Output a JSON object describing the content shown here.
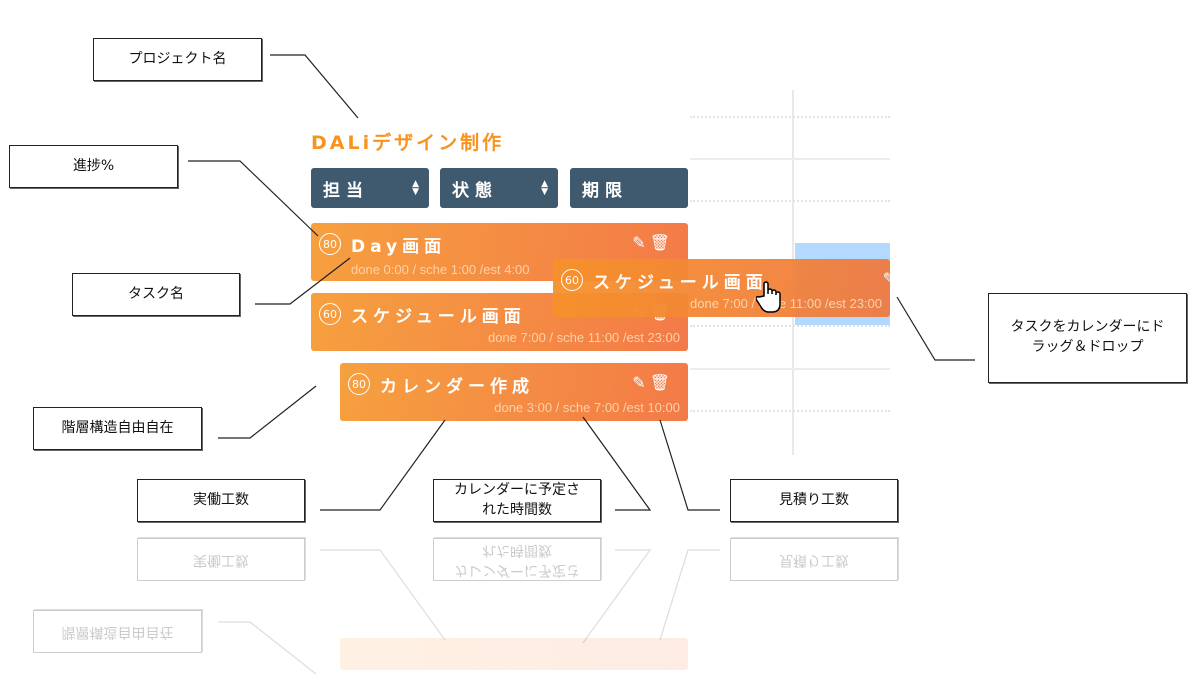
{
  "annotations": {
    "project_name": "プロジェクト名",
    "progress": "進捗%",
    "task_name": "タスク名",
    "hierarchy": "階層構造自由自在",
    "actual_hours": "実働工数",
    "scheduled_hours": "カレンダーに予定された時間数",
    "estimate_hours": "見積り工数",
    "drag_drop": "タスクをカレンダーにドラッグ＆ドロップ"
  },
  "project": {
    "title": "DALiデザイン制作"
  },
  "filters": [
    {
      "label": "担当"
    },
    {
      "label": "状態"
    },
    {
      "label": "期限"
    }
  ],
  "tasks": [
    {
      "progress": "80",
      "name": "Day画面",
      "meta": "done 0:00 / sche 1:00 /est 4:00"
    },
    {
      "progress": "60",
      "name": "スケジュール画面",
      "meta": "done 7:00 / sche 11:00 /est 23:00"
    },
    {
      "progress": "80",
      "name": "カレンダー作成",
      "meta": "done 3:00 / sche 7:00 /est 10:00"
    }
  ],
  "dragged": {
    "progress": "60",
    "name": "スケジュール画面",
    "meta": "done 7:00 / sche 11:00 /est 23:00"
  },
  "colors": {
    "accent": "#f7931e",
    "filter_bg": "#3f5a6e",
    "highlight": "#b3d9ff"
  }
}
